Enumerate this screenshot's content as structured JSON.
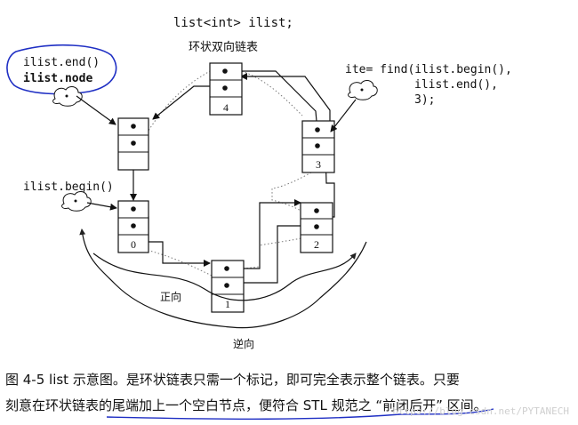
{
  "diagram": {
    "code_title": "list<int> ilist;",
    "subtitle": "环状双向链表",
    "labels": {
      "end_line1": "ilist.end()",
      "end_line2": "ilist.node",
      "begin": "ilist.begin()",
      "find_line1": "ite= find(ilist.begin(),",
      "find_line2": "ilist.end(),",
      "find_line3": "3);",
      "forward": "正向",
      "backward": "逆向"
    },
    "nodes": [
      {
        "id": "empty",
        "value": ""
      },
      {
        "id": "n0",
        "value": "0"
      },
      {
        "id": "n1",
        "value": "1"
      },
      {
        "id": "n2",
        "value": "2"
      },
      {
        "id": "n3",
        "value": "3"
      },
      {
        "id": "n4",
        "value": "4"
      }
    ]
  },
  "caption": {
    "line1": "图 4-5   list 示意图。是环状链表只需一个标记，即可完全表示整个链表。只要",
    "line2": "刻意在环状链表的尾端加上一个空白节点，便符合 STL 规范之 “前闭后开” 区间。",
    "watermark": "https://blog.csdn.net/PYTANECH"
  },
  "colors": {
    "ink": "#111111",
    "annotation_blue": "#1f2fc4",
    "dotted": "#777777"
  }
}
